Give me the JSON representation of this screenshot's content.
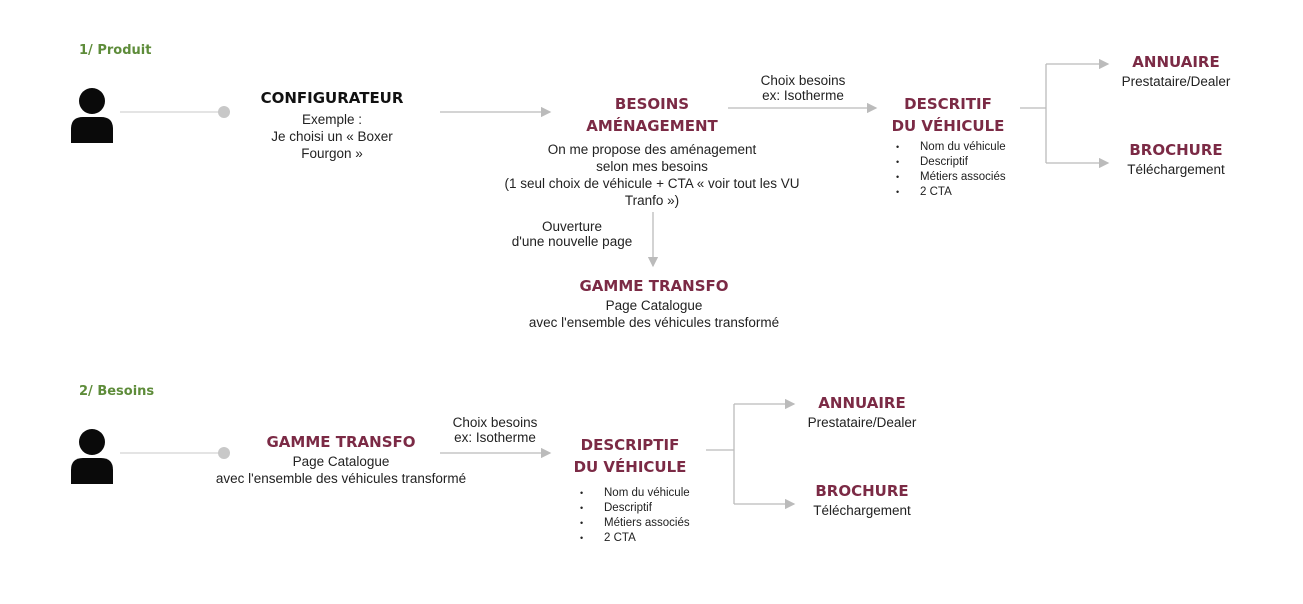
{
  "colors": {
    "accent": "#7b2a45",
    "section": "#5e8c3a",
    "line": "#bbbbbb"
  },
  "icons": [
    "person-icon"
  ],
  "flow1": {
    "title": "1/ Produit",
    "configurateur": {
      "title": "CONFIGURATEUR",
      "lines": [
        "Exemple :",
        "Je choisi un « Boxer",
        "Fourgon »"
      ]
    },
    "besoins": {
      "title_lines": [
        "BESOINS",
        "AMÉNAGEMENT"
      ],
      "lines": [
        "On me propose des aménagement",
        "selon mes besoins",
        "(1 seul choix de véhicule + CTA « voir tout les VU",
        "Tranfo »)"
      ]
    },
    "edge_choix": [
      "Choix besoins",
      "ex: Isotherme"
    ],
    "descritif": {
      "title_lines": [
        "DESCRITIF",
        "DU VÉHICULE"
      ],
      "bullets": [
        "Nom du véhicule",
        "Descriptif",
        "Métiers associés",
        "2 CTA"
      ]
    },
    "annuaire": {
      "title": "ANNUAIRE",
      "sub": "Prestataire/Dealer"
    },
    "brochure": {
      "title": "BROCHURE",
      "sub": "Téléchargement"
    },
    "edge_ouverture": [
      "Ouverture",
      "d'une nouvelle page"
    ],
    "gamme": {
      "title": "GAMME TRANSFO",
      "lines": [
        "Page Catalogue",
        "avec l'ensemble des véhicules transformé"
      ]
    }
  },
  "flow2": {
    "title": "2/ Besoins",
    "gamme": {
      "title": "GAMME TRANSFO",
      "lines": [
        "Page Catalogue",
        "avec l'ensemble des véhicules transformé"
      ]
    },
    "edge_choix": [
      "Choix besoins",
      "ex: Isotherme"
    ],
    "descriptif": {
      "title_lines": [
        "DESCRIPTIF",
        "DU VÉHICULE"
      ],
      "bullets": [
        "Nom du véhicule",
        "Descriptif",
        "Métiers associés",
        "2 CTA"
      ]
    },
    "annuaire": {
      "title": "ANNUAIRE",
      "sub": "Prestataire/Dealer"
    },
    "brochure": {
      "title": "BROCHURE",
      "sub": "Téléchargement"
    }
  }
}
